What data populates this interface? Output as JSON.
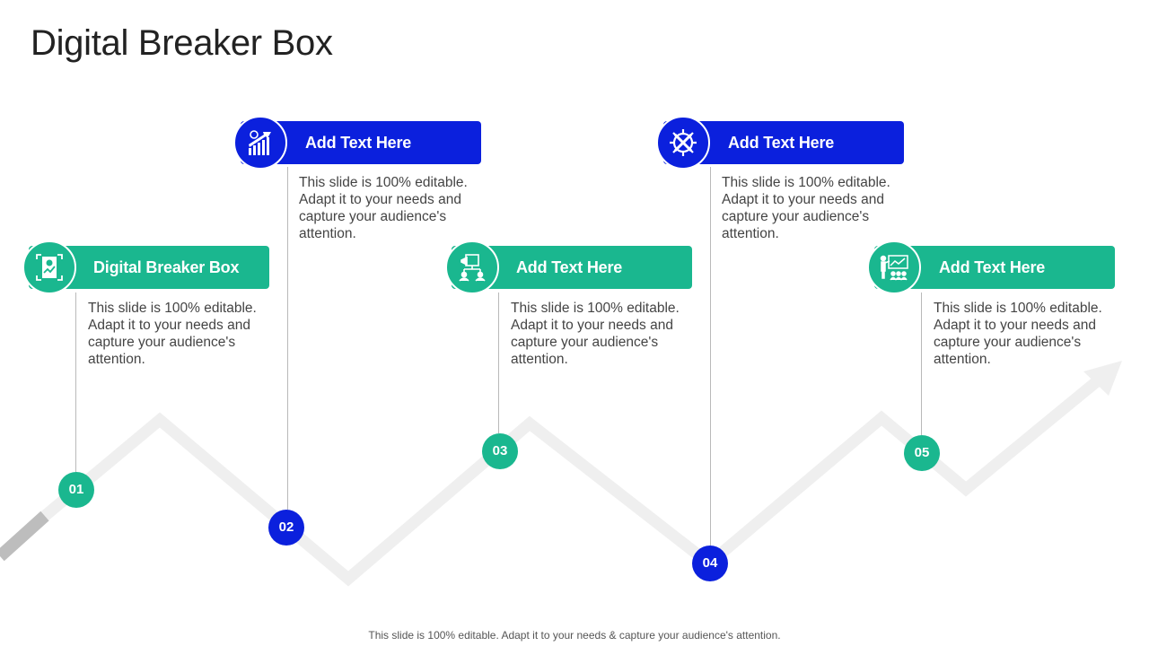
{
  "page": {
    "title": "Digital Breaker Box"
  },
  "steps": [
    {
      "number": "01",
      "heading": "Digital Breaker Box",
      "text": "This slide is 100% editable. Adapt it to your needs and capture your audience's attention.",
      "color": "#1ab78f",
      "icon": "report-document-icon"
    },
    {
      "number": "02",
      "heading": "Add Text Here",
      "text": "This slide is 100% editable. Adapt it to your needs and capture your audience's attention.",
      "color": "#0b20dd",
      "icon": "growth-chart-icon"
    },
    {
      "number": "03",
      "heading": "Add Text Here",
      "text": "This slide is 100% editable. Adapt it to your needs and capture your audience's attention.",
      "color": "#1ab78f",
      "icon": "megaphone-team-icon"
    },
    {
      "number": "04",
      "heading": "Add Text Here",
      "text": "This slide is 100% editable. Adapt it to your needs and capture your audience's attention.",
      "color": "#0b20dd",
      "icon": "gear-tools-icon"
    },
    {
      "number": "05",
      "heading": "Add Text Here",
      "text": "This slide is 100% editable. Adapt it to your needs and capture your audience's attention.",
      "color": "#1ab78f",
      "icon": "presentation-icon"
    }
  ],
  "footer": {
    "text": "This slide is 100% editable. Adapt it to your needs & capture your audience's attention."
  }
}
